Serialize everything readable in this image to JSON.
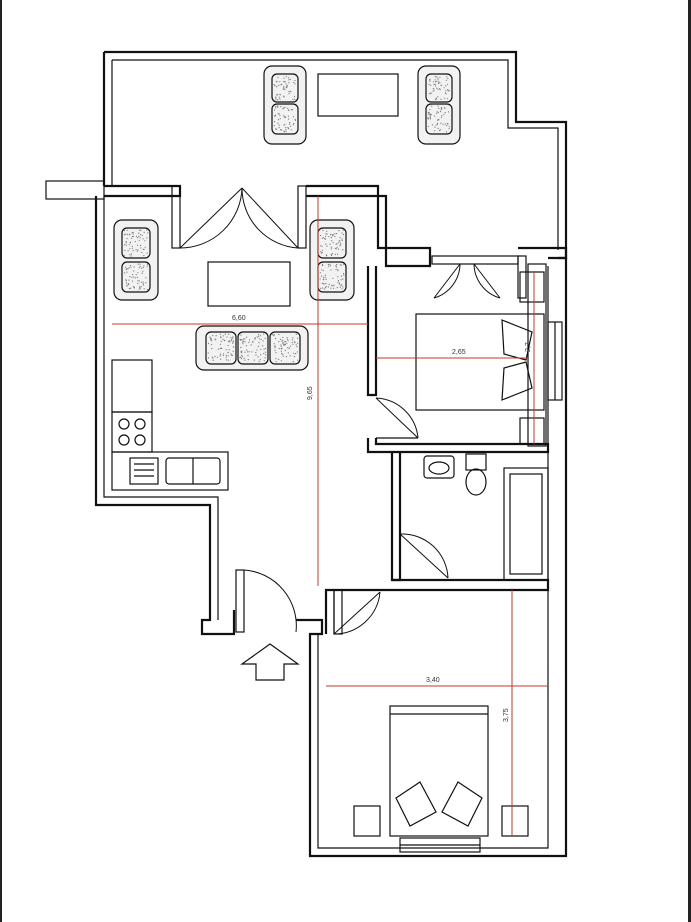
{
  "plan": {
    "dimensions": {
      "living_width": "6,60",
      "bedroom1_width": "2,65",
      "bedroom1_depth": "2,7",
      "corridor_length": "9,65",
      "bedroom2_width": "3,40",
      "bedroom2_depth": "3,75"
    },
    "colors": {
      "walls": "#111111",
      "dimension_lines": "#c0392b"
    },
    "icons": {
      "entrance": "entrance-arrow-icon"
    }
  }
}
